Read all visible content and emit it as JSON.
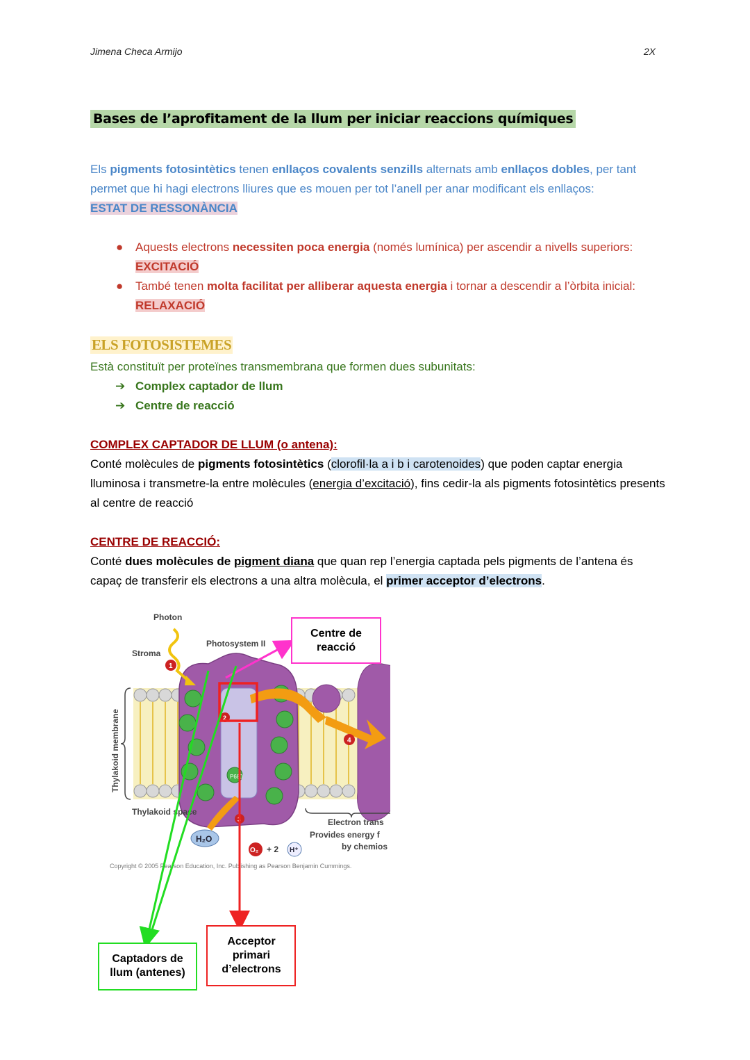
{
  "header": {
    "author": "Jimena Checa Armijo",
    "page": "2X"
  },
  "section1": {
    "title": "Bases de l’aprofitament de la llum per iniciar reaccions químiques",
    "para": {
      "t1": "Els ",
      "b1": "pigments fotosintètics",
      "t2": " tenen ",
      "b2": "enllaços covalents senzills",
      "t3": " alternats amb ",
      "b3": "enllaços dobles",
      "t4": ", per tant permet que hi hagi electrons lliures que es mouen per tot l’anell per anar modificant els enllaços:",
      "term": "ESTAT DE RESSONÀNCIA"
    },
    "bullets": [
      {
        "t1": "Aquests electrons  ",
        "b1": "necessiten poca energia",
        "t2": " (només lumínica) per ascendir a nivells superiors: ",
        "term": "EXCITACIÓ"
      },
      {
        "t1": "També tenen ",
        "b1": "molta facilitat per alliberar aquesta energia",
        "t2": "  i tornar a descendir a l’òrbita inicial: ",
        "term": "RELAXACIÓ"
      }
    ]
  },
  "section2": {
    "title": "ELS FOTOSISTEMES",
    "intro": "Està constituït per proteïnes transmembrana que formen dues subunitats:",
    "items": [
      "Complex captador de llum",
      "Centre de reacció"
    ]
  },
  "complex": {
    "heading": "COMPLEX CAPTADOR DE LLUM (o antena):",
    "t1": "Conté molècules de ",
    "b1": "pigments fotosintètics",
    "t2": " (",
    "hl1": "clorofil·la a i b i carotenoides",
    "t3": ") que poden captar energia lluminosa i transmetre-la entre molècules (",
    "u1": "energia d’excitació",
    "t4": "), fins cedir-la als pigments fotosintètics presents al centre de reacció"
  },
  "centre": {
    "heading": "CENTRE DE REACCIÓ:",
    "t1": "Conté ",
    "b1": "dues molècules de ",
    "bu1": "pigment diana",
    "t2": " que quan rep l’energia captada pels pigments de l’antena és capaç de transferir els electrons a una altra molècula, el ",
    "hl1": "primer acceptor d’electrons",
    "t3": "."
  },
  "figure": {
    "labels": {
      "photon": "Photon",
      "stroma": "Stroma",
      "photosystem": "Photosystem II",
      "membrane": "Thylakoid membrane",
      "thylakoid_space": "Thylakoid space",
      "p680": "P680",
      "h2o": "H₂O",
      "o2": "O₂",
      "plus": "+ 2",
      "hplus": "H⁺",
      "electron_trans": "Electron trans",
      "provides": "Provides energy f",
      "chemios": "by chemios",
      "copyright": "Copyright © 2005 Pearson Education, Inc. Publishing as Pearson Benjamin Cummings.",
      "n1": "1",
      "n2": "2",
      "n3": "3",
      "n4": "4"
    },
    "callouts": {
      "centre": "Centre de reacció",
      "captadors": "Captadors de llum (antenes)",
      "acceptor": "Acceptor primari d’electrons"
    },
    "colors": {
      "magenta": "#ff33cc",
      "green": "#22dd22",
      "red": "#ee2222",
      "purple": "#a05aa8",
      "orange": "#f39c12"
    }
  }
}
